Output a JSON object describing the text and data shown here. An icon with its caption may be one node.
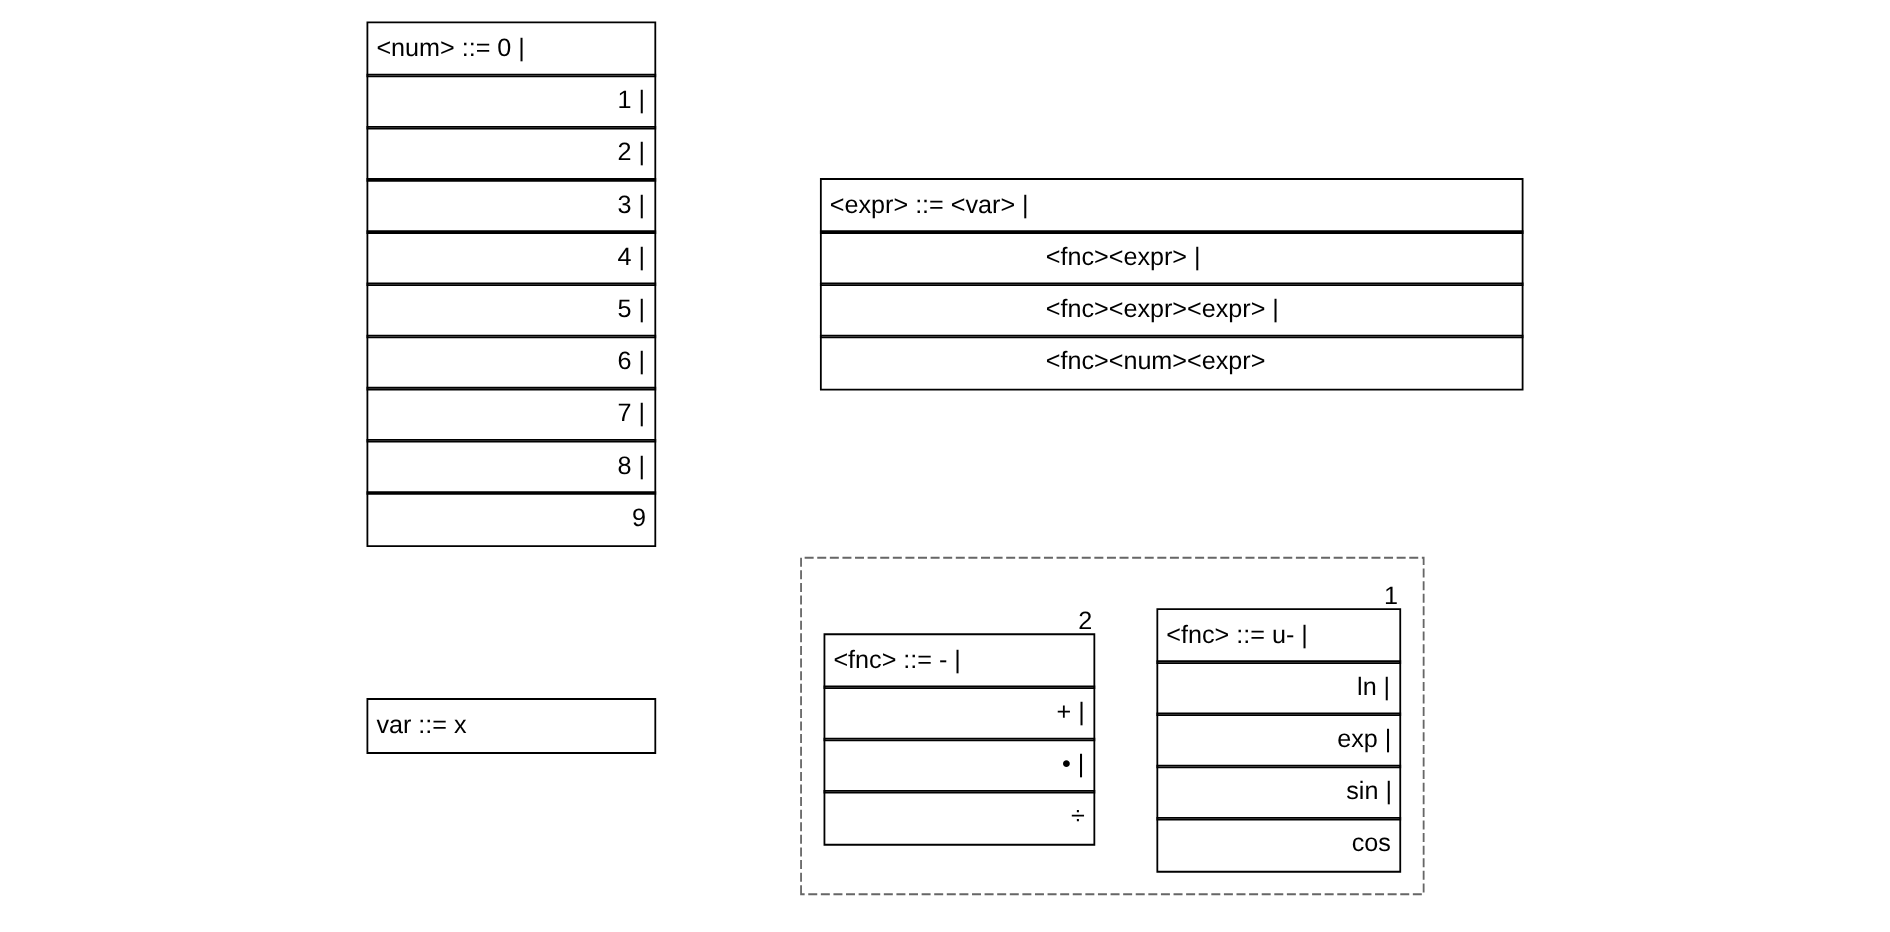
{
  "diagram": {
    "nodes": [
      {
        "text": [
          "<num> ::= 0 |",
          "1 |",
          "2 |",
          "3 |",
          "4 |",
          "5 |",
          "6 |",
          "7 |",
          "8 |",
          "9"
        ]
      },
      {
        "text": [
          "var ::= x"
        ]
      },
      {
        "text": [
          "<expr> ::= <var> |",
          "<fnc><expr> |",
          "<fnc><expr><expr> |",
          "<fnc><num><expr>"
        ]
      },
      {
        "text": [],
        "shape": "box"
      },
      {
        "text": [
          "<fnc> ::= - |",
          "+ |",
          "• |",
          "÷"
        ],
        "in": 3,
        "beside": [
          "2"
        ]
      },
      {
        "text": [
          "<fnc> ::= u- |",
          "ln |",
          "exp |",
          "sin |",
          "cos"
        ],
        "in": 3,
        "beside": [
          "1"
        ]
      }
    ]
  }
}
